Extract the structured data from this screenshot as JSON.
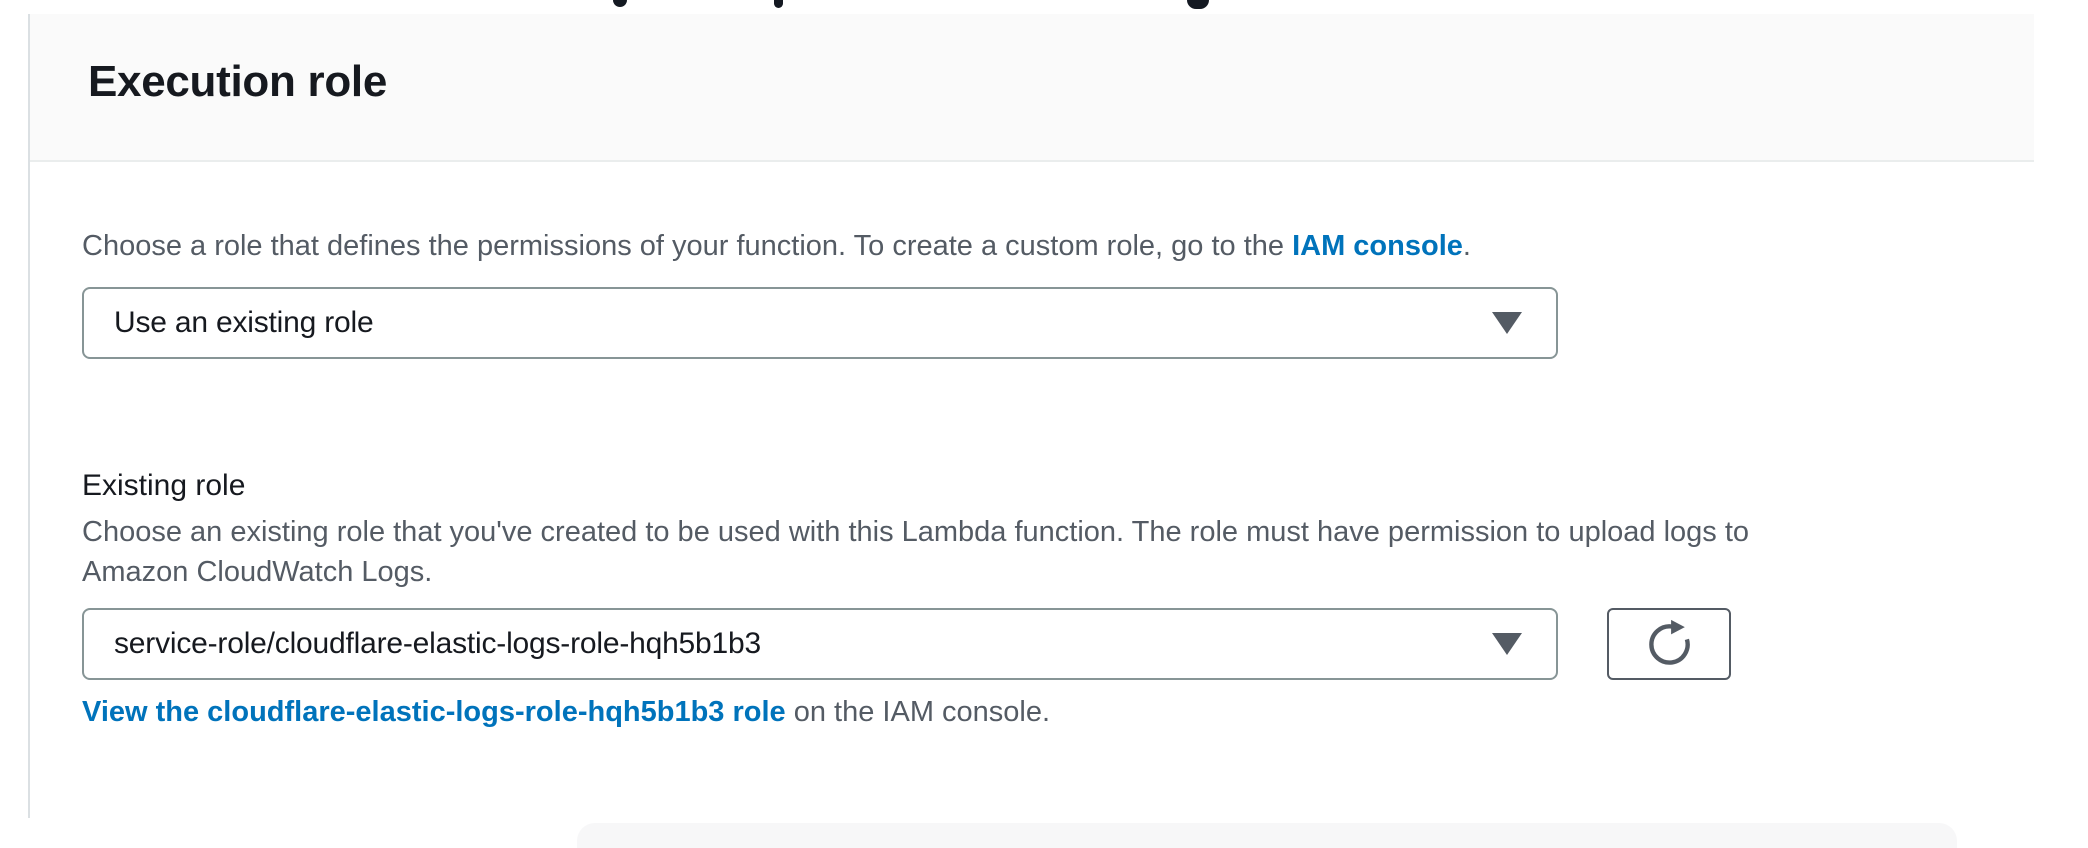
{
  "section": {
    "title": "Execution role",
    "intro_text": "Choose a role that defines the permissions of your function. To create a custom role, go to the ",
    "intro_link_label": "IAM console",
    "intro_suffix": ".",
    "role_source_select_value": "Use an existing role",
    "existing_role_label": "Existing role",
    "desc_lines": [
      "Choose an existing role that you've created to be used with this Lambda function. The role must have permission to upload logs to",
      "Amazon CloudWatch Logs."
    ],
    "existing_role_select_value": "service-role/cloudflare-elastic-logs-role-hqh5b1b3",
    "view_link_label": "View the cloudflare-elastic-logs-role-hqh5b1b3 role",
    "view_link_suffix": " on the IAM console."
  },
  "colors": {
    "link_blue": "#0073bb",
    "text_dark": "#16191f",
    "text_gray": "#545b64",
    "input_border": "#879596",
    "divider": "#eaeded",
    "header_band_bg": "#fafafa"
  }
}
